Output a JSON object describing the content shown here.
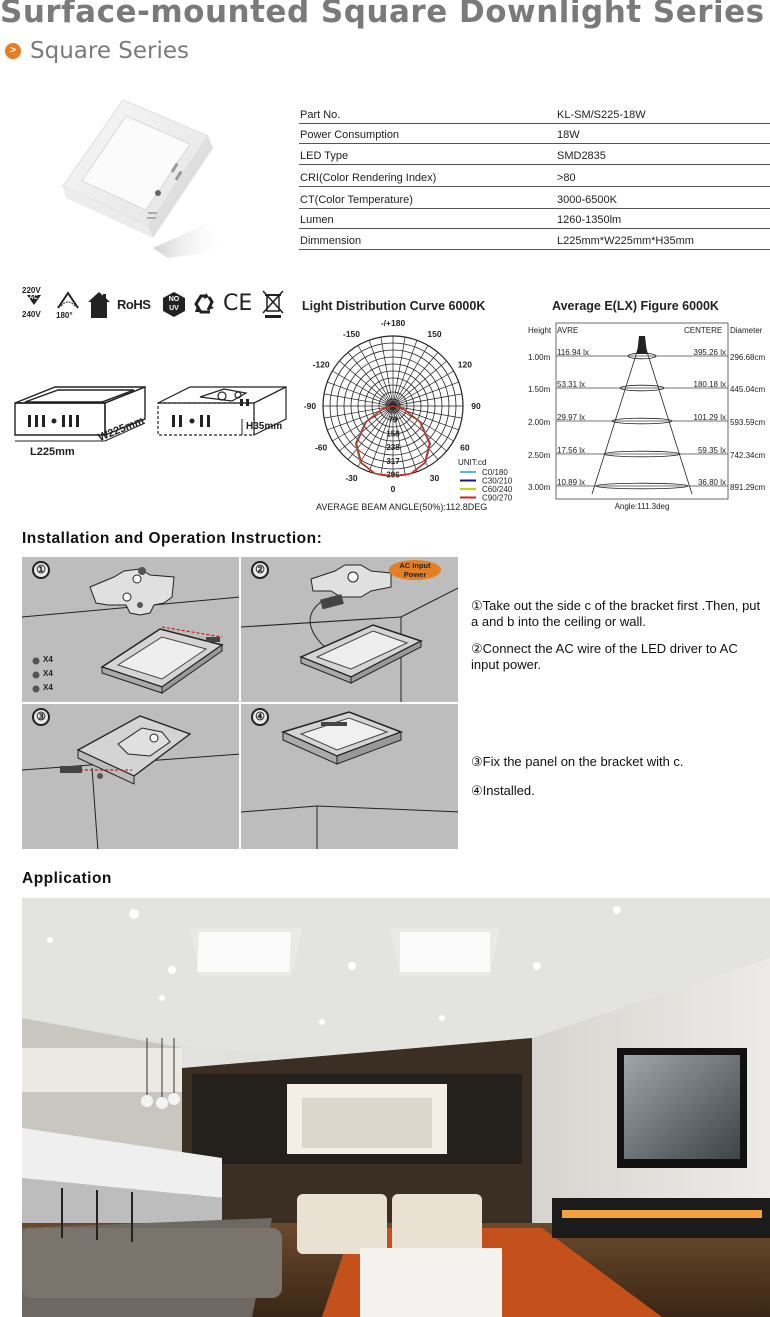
{
  "header": {
    "title": "Surface-mounted Square Downlight Series",
    "bullet": ">",
    "subtitle": "Square Series"
  },
  "specs": [
    {
      "label": "Part No.",
      "value": "KL-SM/S225-18W"
    },
    {
      "label": "Power Consumption",
      "value": "18W"
    },
    {
      "label": "LED Type",
      "value": "SMD2835"
    },
    {
      "label": "CRI(Color Rendering Index)",
      "value": ">80"
    },
    {
      "label": "CT(Color Temperature)",
      "value": "3000-6500K"
    },
    {
      "label": "Lumen",
      "value": "1260-1350lm"
    },
    {
      "label": "Dimmension",
      "value": "L225mm*W225mm*H35mm"
    }
  ],
  "certifications": {
    "voltage_top": "220V",
    "voltage_ac": "AC",
    "voltage_bottom": "240V",
    "angle": "180°",
    "rohs": "RoHS",
    "no_uv_1": "NO",
    "no_uv_2": "UV",
    "ce": "CE"
  },
  "dimensions": {
    "length": "L225mm",
    "width": "W225mm",
    "height": "H35mm"
  },
  "light_distribution": {
    "title": "Light Distribution Curve 6000K",
    "angle_labels": [
      "-/+180",
      "150",
      "120",
      "90",
      "60",
      "30",
      "0",
      "-30",
      "-60",
      "-90",
      "-120",
      "-150"
    ],
    "radial_labels": [
      "79",
      "158",
      "238",
      "317",
      "396"
    ],
    "unit": "UNIT:cd",
    "legend": [
      {
        "name": "C0/180",
        "color": "#5ab4e6"
      },
      {
        "name": "C30/210",
        "color": "#1a1a6e"
      },
      {
        "name": "C60/240",
        "color": "#c8d400"
      },
      {
        "name": "C90/270",
        "color": "#d62020"
      }
    ],
    "beam_angle": "AVERAGE BEAM ANGLE(50%):112.8DEG"
  },
  "chart_data": [
    {
      "type": "line",
      "title": "Light Distribution Curve 6000K",
      "radial_unit": "cd",
      "radial_ticks": [
        79,
        158,
        238,
        317,
        396
      ],
      "angle_ticks": [
        -180,
        -150,
        -120,
        -90,
        -60,
        -30,
        0,
        30,
        60,
        90,
        120,
        150,
        180
      ],
      "series": [
        {
          "name": "C0/180",
          "angles": [
            -90,
            -75,
            -60,
            -45,
            -30,
            -15,
            0,
            15,
            30,
            45,
            60,
            75,
            90
          ],
          "values": [
            0,
            60,
            180,
            300,
            370,
            396,
            396,
            396,
            370,
            300,
            180,
            60,
            0
          ]
        },
        {
          "name": "C30/210",
          "angles": [
            -90,
            -75,
            -60,
            -45,
            -30,
            -15,
            0,
            15,
            30,
            45,
            60,
            75,
            90
          ],
          "values": [
            0,
            60,
            180,
            300,
            370,
            396,
            396,
            396,
            370,
            300,
            180,
            60,
            0
          ]
        },
        {
          "name": "C60/240",
          "angles": [
            -90,
            -75,
            -60,
            -45,
            -30,
            -15,
            0,
            15,
            30,
            45,
            60,
            75,
            90
          ],
          "values": [
            0,
            60,
            180,
            300,
            370,
            396,
            396,
            396,
            370,
            300,
            180,
            60,
            0
          ]
        },
        {
          "name": "C90/270",
          "angles": [
            -90,
            -75,
            -60,
            -45,
            -30,
            -15,
            0,
            15,
            30,
            45,
            60,
            75,
            90
          ],
          "values": [
            0,
            60,
            180,
            300,
            370,
            396,
            396,
            396,
            370,
            300,
            180,
            60,
            0
          ]
        }
      ],
      "note": "AVERAGE BEAM ANGLE(50%):112.8DEG"
    },
    {
      "type": "table",
      "title": "Average E(LX) Figure 6000K",
      "columns": [
        "Height",
        "AVRE",
        "CENTERE",
        "Diameter"
      ],
      "rows": [
        [
          "1.00m",
          "116.94 lx",
          "395.26 lx",
          "296.68cm"
        ],
        [
          "1.50m",
          "53.31 lx",
          "180.18 lx",
          "445.04cm"
        ],
        [
          "2.00m",
          "29.97 lx",
          "101.29 lx",
          "593.59cm"
        ],
        [
          "2.50m",
          "17.56 lx",
          "59.35 lx",
          "742.34cm"
        ],
        [
          "3.00m",
          "10.89 lx",
          "36.80 lx",
          "891.29cm"
        ]
      ],
      "footer": "Angle:111.3deg"
    }
  ],
  "illuminance": {
    "title": "Average E(LX) Figure 6000K",
    "col_height": "Height",
    "col_avre": "AVRE",
    "col_centere": "CENTERE",
    "col_diameter": "Diameter",
    "rows": [
      {
        "h": "1.00m",
        "avre": "116.94 lx",
        "centere": "395.26 lx",
        "diameter": "296.68cm"
      },
      {
        "h": "1.50m",
        "avre": "53.31 lx",
        "centere": "180.18 lx",
        "diameter": "445.04cm"
      },
      {
        "h": "2.00m",
        "avre": "29.97 lx",
        "centere": "101.29 lx",
        "diameter": "593.59cm"
      },
      {
        "h": "2.50m",
        "avre": "17.56 lx",
        "centere": "59.35 lx",
        "diameter": "742.34cm"
      },
      {
        "h": "3.00m",
        "avre": "10.89 lx",
        "centere": "36.80 lx",
        "diameter": "891.29cm"
      }
    ],
    "angle": "Angle:111.3deg"
  },
  "installation": {
    "title": "Installation and Operation Instruction:",
    "panels": [
      "①",
      "②",
      "③",
      "④"
    ],
    "ac_label_1": "AC Input",
    "ac_label_2": "Power",
    "screw_a": "X4",
    "screw_b": "X4",
    "screw_c": "X4",
    "steps": [
      "①Take out the side c of the bracket first .Then, put a and b into the ceiling or wall.",
      "②Connect the AC wire of the LED driver to AC input power.",
      "③Fix the panel on the bracket with c.",
      "④Installed."
    ]
  },
  "application": {
    "title": "Application"
  }
}
